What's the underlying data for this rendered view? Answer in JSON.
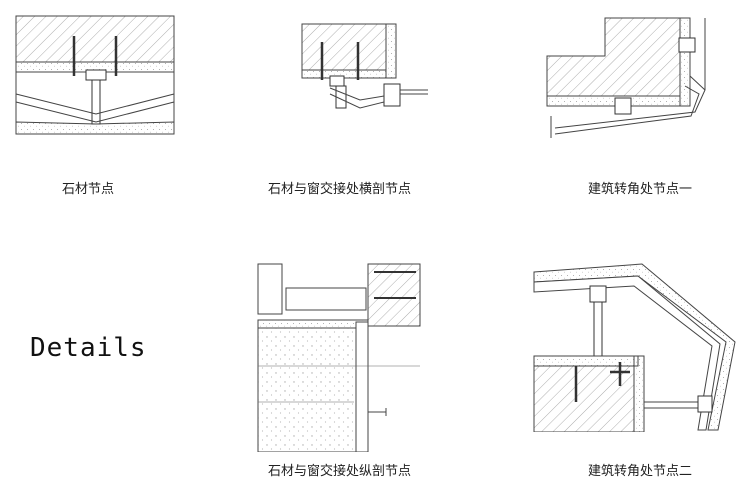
{
  "heading": "Details",
  "details": [
    {
      "caption": "石材节点"
    },
    {
      "caption": "石材与窗交接处横剖节点"
    },
    {
      "caption": "建筑转角处节点一"
    },
    {
      "caption": "石材与窗交接处纵剖节点"
    },
    {
      "caption": "建筑转角处节点二"
    }
  ],
  "colors": {
    "line": "#444444",
    "hatch": "#888888",
    "fill": "#f4f4f4"
  }
}
